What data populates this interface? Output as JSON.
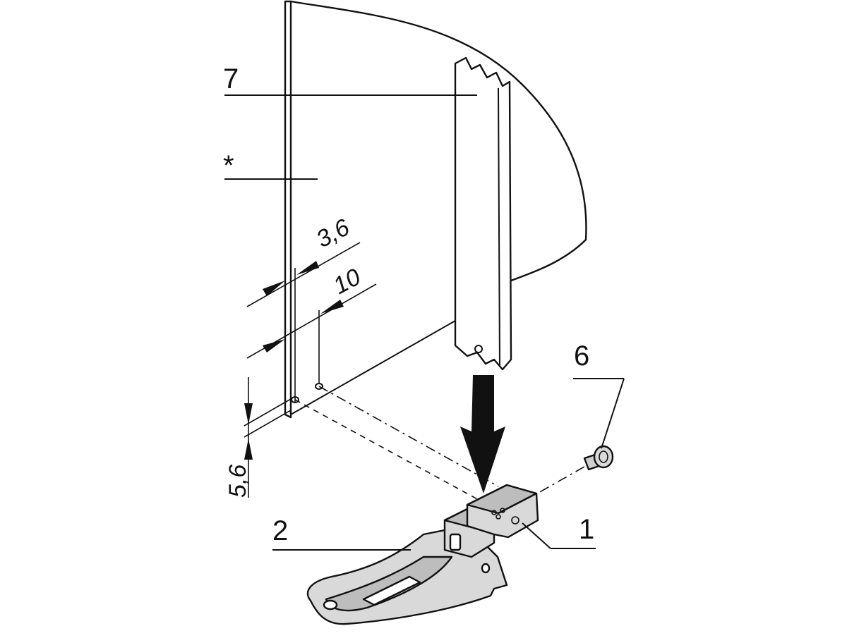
{
  "labels": {
    "part_7": "7",
    "asterisk": "*",
    "part_6": "6",
    "part_2": "2",
    "part_1": "1"
  },
  "dimensions": {
    "d1": "3,6",
    "d2": "10",
    "d3": "5,6"
  },
  "colors": {
    "line": "#111111",
    "part_fill": "#d9d9d9",
    "part_shade": "#bdbdbd",
    "arrow": "#111111",
    "background": "#ffffff"
  }
}
